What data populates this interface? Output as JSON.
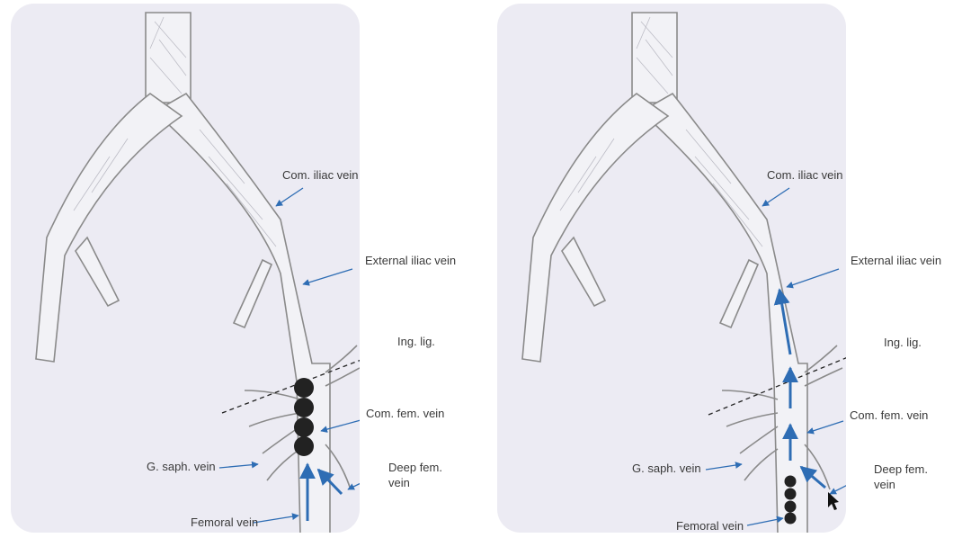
{
  "left_panel": {
    "labels": {
      "com_iliac_vein": "Com. iliac vein",
      "external_iliac_vein": "External iliac vein",
      "ing_lig": "Ing. lig.",
      "com_fem_vein": "Com. fem. vein",
      "deep_fem_vein": "Deep fem. vein",
      "g_saph_vein": "G. saph. vein",
      "femoral_vein": "Femoral vein"
    }
  },
  "right_panel": {
    "labels": {
      "com_iliac_vein": "Com. iliac vein",
      "external_iliac_vein": "External iliac vein",
      "ing_lig": "Ing. lig.",
      "com_fem_vein": "Com. fem. vein",
      "deep_fem_vein": "Deep fem. vein",
      "g_saph_vein": "G. saph. vein",
      "femoral_vein": "Femoral vein"
    }
  },
  "colors": {
    "vein_outline": "#8a8a8a",
    "vein_fill": "#f2f2f6",
    "arrow": "#2e6db4",
    "thrombus": "#222222",
    "panel_bg": "#ecebf3"
  }
}
